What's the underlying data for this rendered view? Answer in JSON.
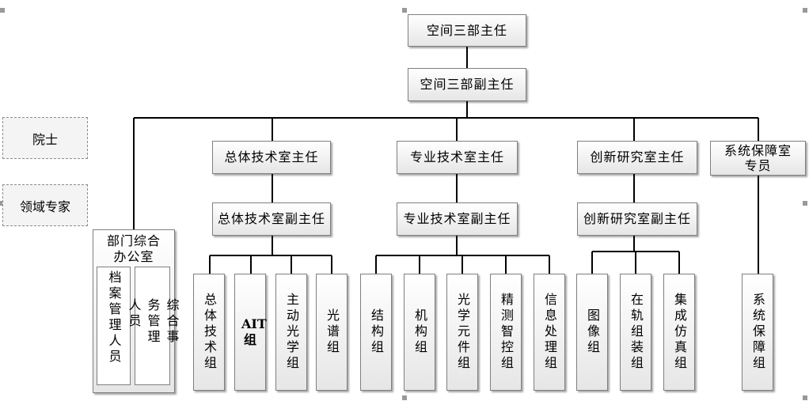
{
  "top": {
    "director": "空间三部主任",
    "deputy": "空间三部副主任"
  },
  "side": {
    "academician": "院士",
    "experts": "领域专家"
  },
  "office": {
    "title": "部门综合办公室",
    "left": "档案管理人员",
    "right": "综合事务管理人员"
  },
  "general": {
    "head": "总体技术室主任",
    "deputy": "总体技术室副主任",
    "groups": [
      "总体技术组",
      "AIT组",
      "主动光学组",
      "光谱组"
    ]
  },
  "specialty": {
    "head": "专业技术室主任",
    "deputy": "专业技术室副主任",
    "groups": [
      "结构组",
      "机构组",
      "光学元件组",
      "精测智控组",
      "信息处理组"
    ]
  },
  "innovation": {
    "head": "创新研究室主任",
    "deputy": "创新研究室副主任",
    "groups": [
      "图像组",
      "在轨组装组",
      "集成仿真组"
    ]
  },
  "support": {
    "head": "系统保障室专员",
    "group": "系统保障组"
  }
}
